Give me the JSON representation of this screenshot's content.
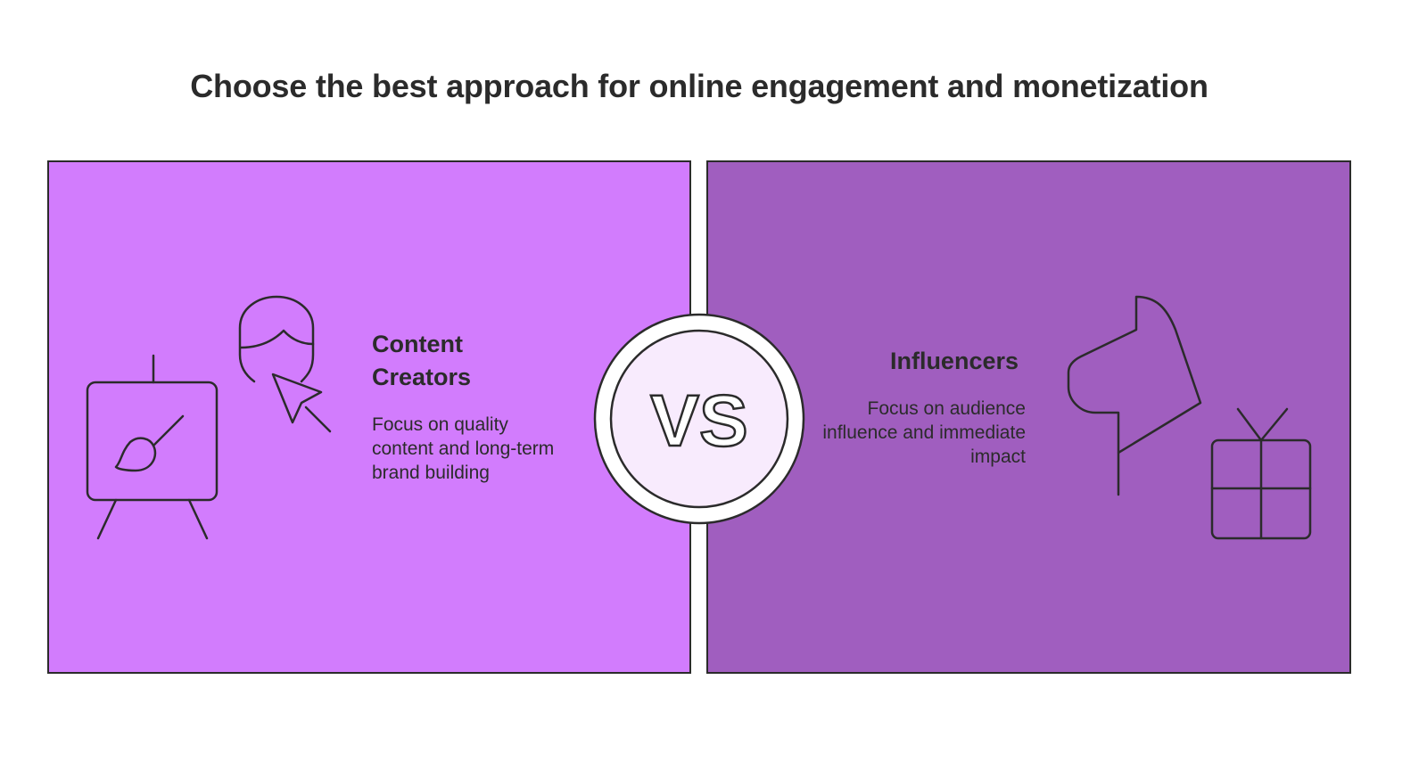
{
  "title": "Choose the best approach for online engagement and monetization",
  "colors": {
    "left_panel": "#d27cfd",
    "right_panel": "#a05ebf",
    "vs_inner": "#f8ebfd",
    "outline": "#2b2b2b"
  },
  "left": {
    "heading": "Content Creators",
    "description": "Focus on quality content and long-term brand building",
    "icons": [
      "easel-paintbrush-icon",
      "person-cursor-icon"
    ]
  },
  "right": {
    "heading": "Influencers",
    "description": "Focus on audience influence and immediate impact",
    "icons": [
      "horse-head-icon",
      "gift-box-icon"
    ]
  },
  "vs_label": "VS"
}
